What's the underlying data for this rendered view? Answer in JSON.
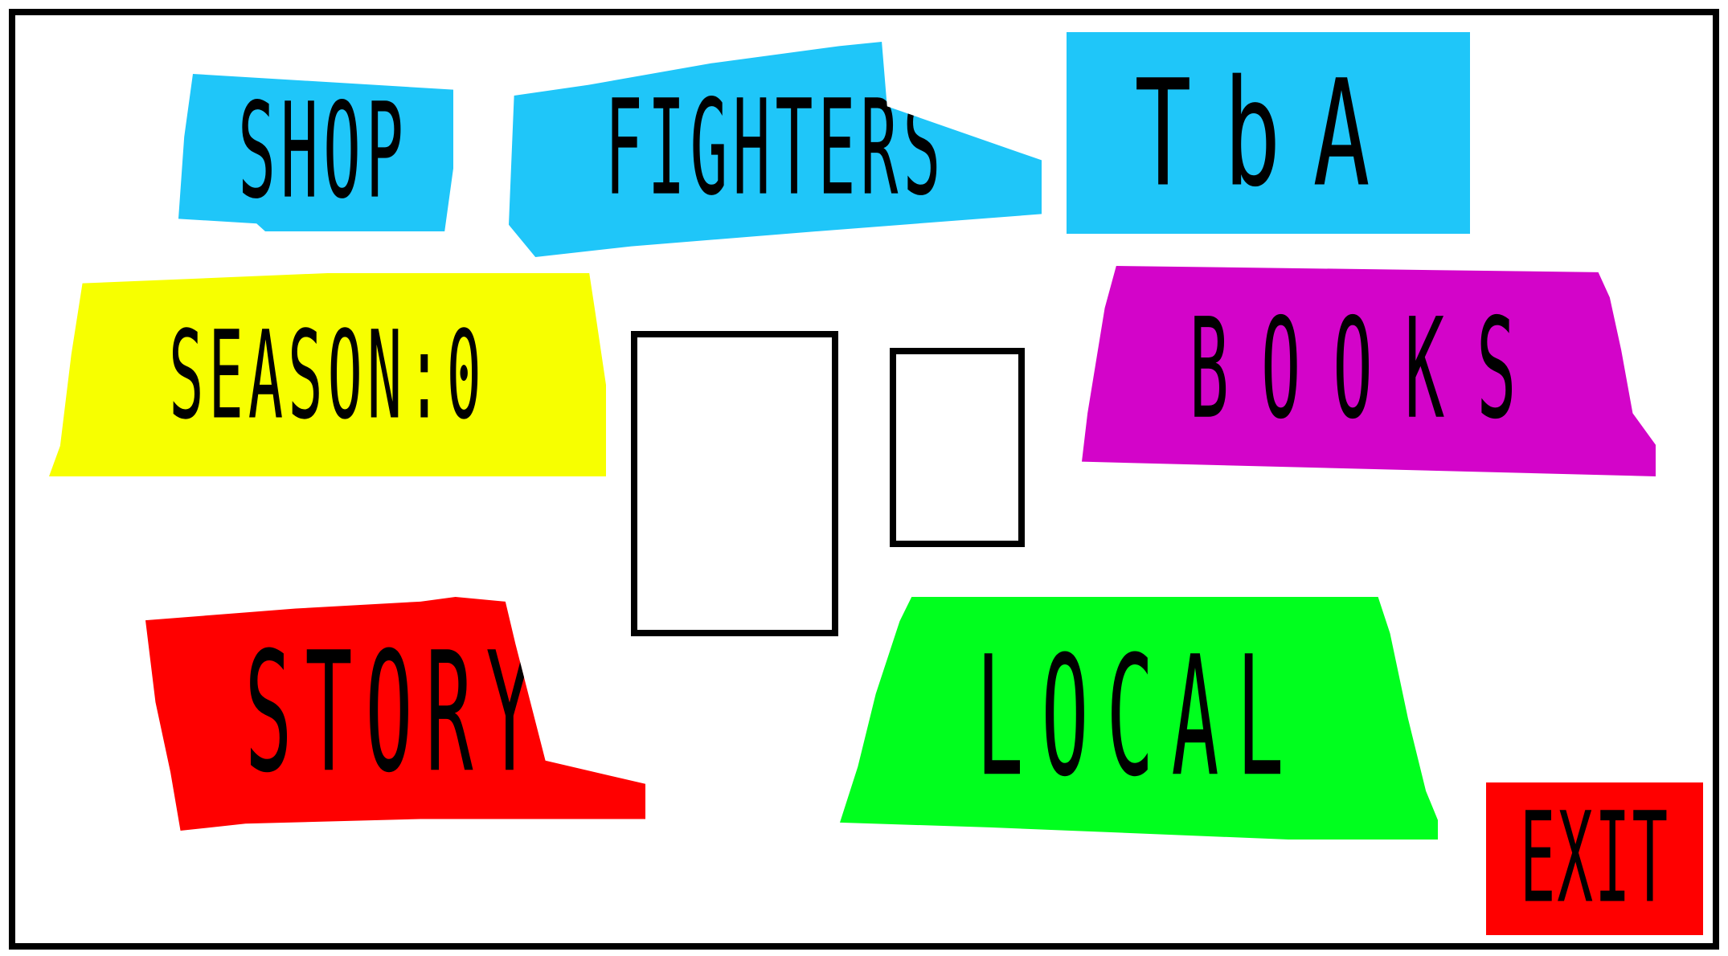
{
  "menu": {
    "shop": {
      "label": "SHOP",
      "color": "#1fc6f9"
    },
    "fighters": {
      "label": "FIGHTERS",
      "color": "#1fc6f9"
    },
    "tba": {
      "label": "TbA",
      "color": "#1fc6f9"
    },
    "season": {
      "label": "SEASON:0",
      "color": "#f7ff00"
    },
    "books": {
      "label": "BOOKS",
      "color": "#d304c9"
    },
    "story": {
      "label": "STORY",
      "color": "#ff0000"
    },
    "local": {
      "label": "LOCAL",
      "color": "#00ff1e"
    },
    "exit": {
      "label": "EXIT",
      "color": "#ff0000"
    }
  }
}
